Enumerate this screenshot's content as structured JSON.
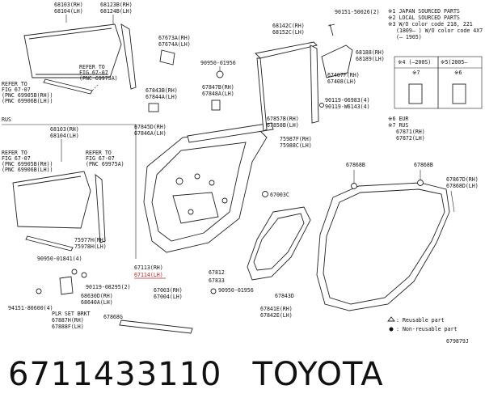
{
  "callouts": {
    "c68103_top": "68103(RH)",
    "c68104_top": "68104(LH)",
    "c68123": "68123B(RH)",
    "c68124": "68124B(LH)",
    "c67673": "67673A(RH)",
    "c67674": "67674A(LH)",
    "c90950_01956a": "90950-01956",
    "c68142": "68142C(RH)",
    "c68152": "68152C(LH)",
    "c90151": "90151-50026(2)",
    "c68188": "68188(RH)",
    "c68189": "68189(LH)",
    "c67407": "67407F(RH)",
    "c67408": "67408(LH)",
    "c90119a": "90119-06983(4)",
    "c90119b": "90119-W6143(4)",
    "c67843": "67843B(RH)",
    "c67844": "67844A(LH)",
    "c67847": "67847B(RH)",
    "c67848": "67848A(LH)",
    "c67857": "67857B(RH)",
    "c67858": "67858B(LH)",
    "c67845": "67845D(RH)",
    "c67846": "67846A(LH)",
    "c75987": "75987F(RH)",
    "c75988": "75988C(LH)",
    "c67871": "67871(RH)",
    "c67872": "67872(LH)",
    "c67868B_left": "67868B",
    "c67868B_right": "67868B",
    "c67867": "67867D(RH)",
    "c67868": "67868D(LH)",
    "c67003C": "67003C",
    "c68103_mid": "68103(RH)",
    "c68104_mid": "68104(LH)",
    "c75977": "75977H(RH)",
    "c75978": "75978H(LH)",
    "c90950_01841": "90950-01841(4)",
    "c67113": "67113(RH)",
    "c67114": "67114(LH)",
    "c67812": "67812",
    "c67833": "67833",
    "c90119_08295": "90119-08295(2)",
    "c68630": "68630D(RH)",
    "c68640": "68640A(LH)",
    "c67003": "67003(RH)",
    "c67004": "67004(LH)",
    "c90950_01956b": "90950-01956",
    "c67843D": "67843D",
    "c94151": "94151-80600(4)",
    "c67841": "67841E(RH)",
    "c67842": "67842E(LH)",
    "c67887": "67887H(RH)",
    "c67888": "67888F(LH)",
    "c67868G": "67868G",
    "plr_set_brkt": "PLR SET BRKT",
    "rus_label": "RUS"
  },
  "refer_notes": {
    "top_refer": "REFER TO",
    "top_fig": "FIG 67-07",
    "top_pnc": "(PNC 69975A)",
    "left_refer": "REFER TO",
    "left_fig": "FIG 67-07",
    "left_pnc_rh": "(PNC 69905B(RH))",
    "left_pnc_lh": "(PNC 69906B(LH))",
    "mid_left_refer": "REFER TO",
    "mid_left_fig": "FIG 67-07",
    "mid_left_pnc_rh": "(PNC 69905B(RH))",
    "mid_left_pnc_lh": "(PNC 69906B(LH))",
    "mid_right_refer": "REFER TO",
    "mid_right_fig": "FIG 67-07",
    "mid_right_pnc": "(PNC 69975A)"
  },
  "notes": {
    "n1": "※1 JAPAN SOURCED PARTS",
    "n2": "※2 LOCAL SOURCED PARTS",
    "n3": "※3 W/O color code 218, 221",
    "n3b": "(1809—      ) W/O color code 4X7",
    "n3c": "(—        1905)",
    "n4": "※4 (—200S)",
    "n5": "※5(2005—",
    "n6": "※6 EUR",
    "n7": "※7 RUS",
    "box_tag_a": "※7",
    "box_tag_b": "※6"
  },
  "legend": {
    "reusable": ": Reusable part",
    "nonreusable": ": Non-reusable part",
    "figure_no": "679879J"
  },
  "footer": {
    "part_number": "6711433110",
    "brand": "TOYOTA"
  },
  "colors": {
    "highlight": "#cc2222"
  }
}
